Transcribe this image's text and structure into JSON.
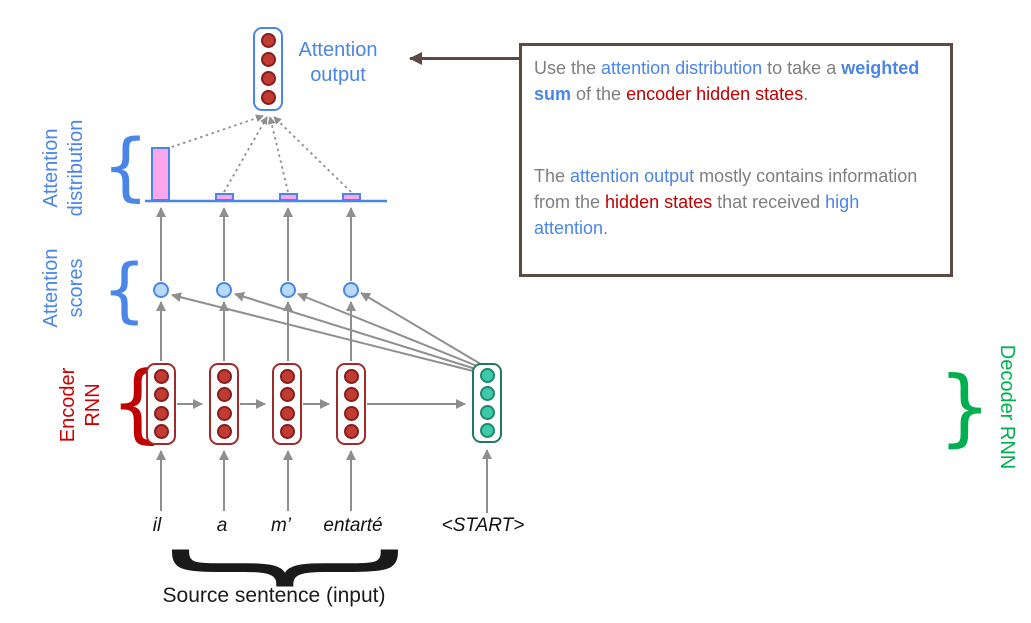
{
  "labels": {
    "attention_output": "Attention\noutput",
    "attention_distribution": "Attention\ndistribution",
    "attention_scores": "Attention\nscores",
    "encoder_rnn": "Encoder\nRNN",
    "decoder_rnn": "Decoder RNN",
    "source_sentence_caption": "Source sentence (input)"
  },
  "source_words": [
    "il",
    "a",
    "m’",
    "entarté"
  ],
  "decoder_input_token": "<START>",
  "attention": {
    "distribution_weights": [
      0.9,
      0.05,
      0.05,
      0.05
    ],
    "num_encoder_states": 4,
    "num_attention_scores": 4
  },
  "note": {
    "paragraph1": [
      {
        "t": "Use the ",
        "c": "gray"
      },
      {
        "t": "attention distribution",
        "c": "blue"
      },
      {
        "t": " to take a ",
        "c": "gray"
      },
      {
        "t": "weighted sum",
        "c": "blueb"
      },
      {
        "t": " of the ",
        "c": "gray"
      },
      {
        "t": "encoder hidden states",
        "c": "red"
      },
      {
        "t": ".",
        "c": "gray"
      }
    ],
    "paragraph2": [
      {
        "t": "The ",
        "c": "gray"
      },
      {
        "t": "attention output",
        "c": "blue"
      },
      {
        "t": " mostly contains information from the ",
        "c": "gray"
      },
      {
        "t": "hidden states",
        "c": "red"
      },
      {
        "t": " that received ",
        "c": "gray"
      },
      {
        "t": "high attention",
        "c": "blue"
      },
      {
        "t": ".",
        "c": "gray"
      }
    ]
  },
  "colors": {
    "blue_accent": "#4a86e8",
    "red_accent": "#cc0000",
    "green_accent": "#00b050",
    "brown_box": "#5b4a42",
    "gray_text": "#7f7f7f",
    "gray_line": "#8f8f8f",
    "pink_bar": "#fba6ec",
    "encoder_dot": "#c23b33",
    "decoder_dot": "#3ec9a7",
    "score_circle": "#b9d9f9"
  }
}
